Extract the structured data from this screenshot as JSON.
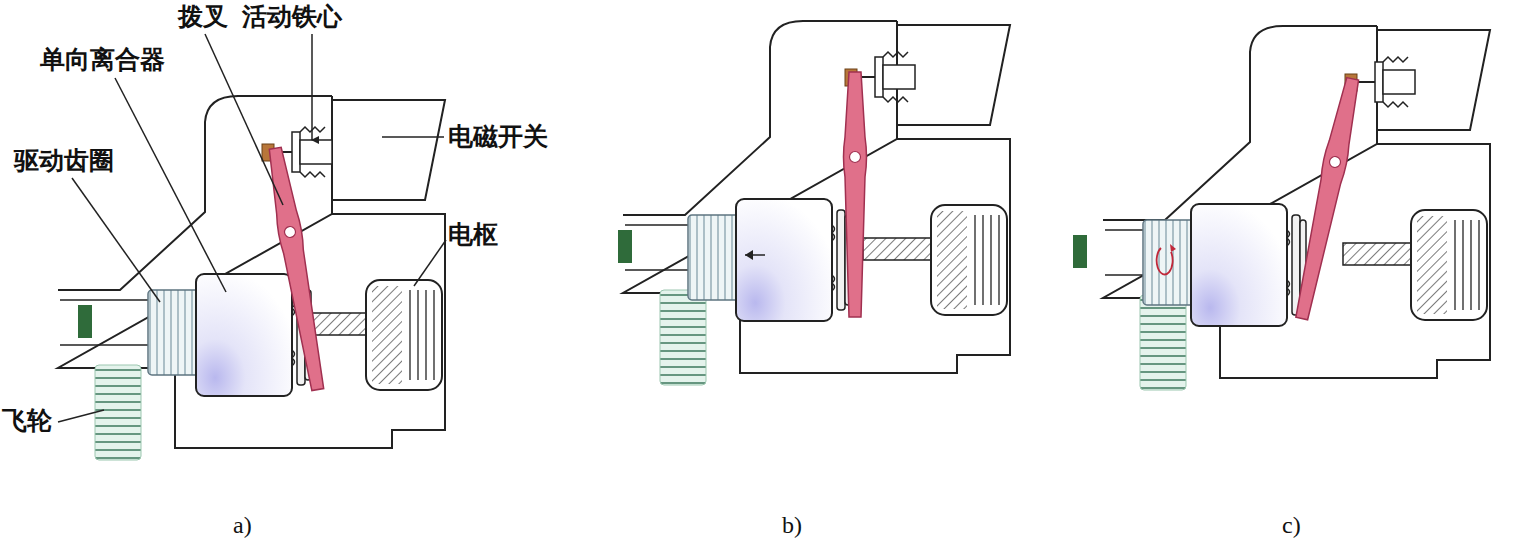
{
  "diagram": {
    "labels": [
      "拨叉",
      "活动铁心",
      "单向离合器",
      "电磁开关",
      "驱动齿圈",
      "电枢",
      "飞轮",
      "a)",
      "b)",
      "c)"
    ]
  }
}
